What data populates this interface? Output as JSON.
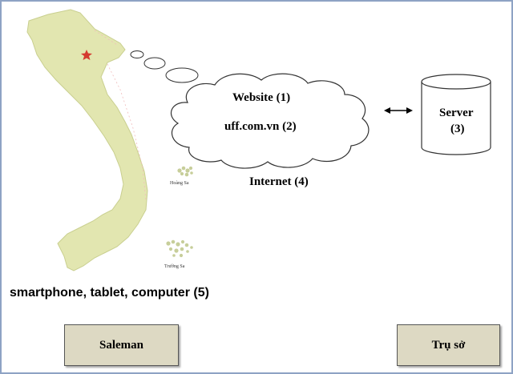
{
  "cloud": {
    "website": "Website (1)",
    "domain": "uff.com.vn (2)"
  },
  "internet_label": "Internet (4)",
  "server": {
    "line1": "Server",
    "line2": "(3)"
  },
  "map": {
    "paracel_label": "Hoàng Sa",
    "spratly_label": "Trường Sa"
  },
  "devices_label": "smartphone, tablet, computer (5)",
  "boxes": {
    "saleman": "Saleman",
    "headquarters": "Trụ sở"
  },
  "colors": {
    "frame_border": "#8ea3c4",
    "map_fill": "#e2e6b0",
    "box_fill": "#ddd9c3",
    "capital_star": "#d43a2f"
  }
}
